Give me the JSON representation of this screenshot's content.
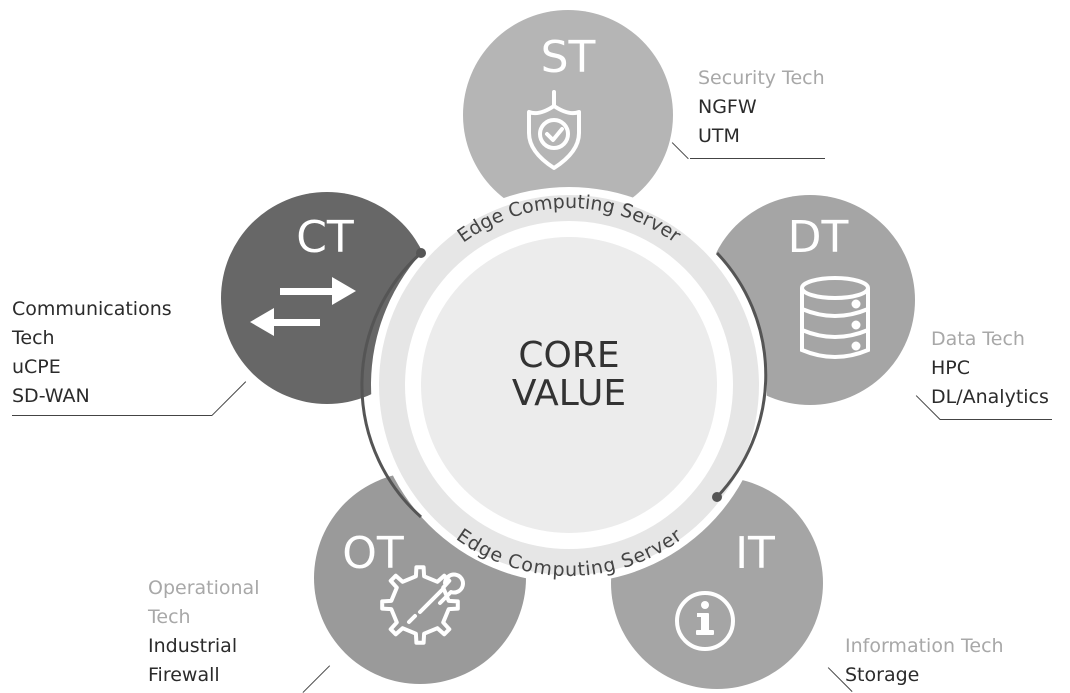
{
  "center": {
    "line1": "CORE",
    "line2": "VALUE"
  },
  "ring_text": {
    "top": "Edge Computing Server",
    "bottom": "Edge Computing Server"
  },
  "nodes": [
    {
      "abbr": "ST",
      "icon": "shield-check-icon",
      "title": "Security Tech",
      "items": [
        "NGFW",
        "UTM"
      ]
    },
    {
      "abbr": "DT",
      "icon": "database-icon",
      "title": "Data Tech",
      "items": [
        "HPC",
        "DL/Analytics"
      ]
    },
    {
      "abbr": "IT",
      "icon": "info-icon",
      "title": "Information Tech",
      "items": [
        "Storage"
      ]
    },
    {
      "abbr": "OT",
      "icon": "gear-wrench-icon",
      "title": "Operational Tech",
      "items": [
        "Industrial",
        "Firewall"
      ]
    },
    {
      "abbr": "CT",
      "icon": "arrows-exchange-icon",
      "title": "Communications Tech",
      "items": [
        "uCPE",
        "SD-WAN"
      ]
    }
  ],
  "colors": {
    "st_circle": "#b5b5b5",
    "dt_circle": "#a5a5a5",
    "it_circle": "#a5a5a5",
    "ot_circle": "#9a9a9a",
    "ct_circle": "#676767",
    "ring": "#e6e6e6",
    "core": "#ececec",
    "title_text": "#a8a8a8",
    "item_text": "#2b2b2b"
  }
}
